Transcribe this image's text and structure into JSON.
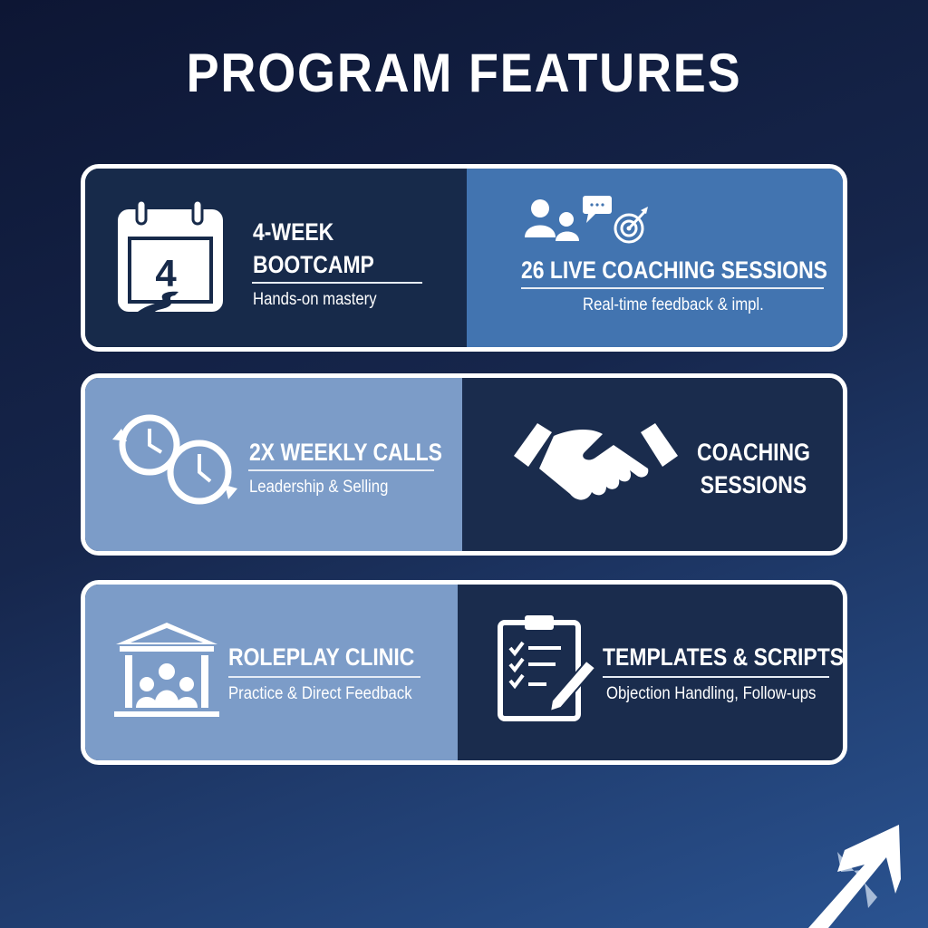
{
  "title": "PROGRAM FEATURES",
  "features": [
    {
      "title_line1": "4-WEEK",
      "title_line2": "BOOTCAMP",
      "subtitle": "Hands-on mastery",
      "icon": "calendar-road-icon",
      "icon_text": "4"
    },
    {
      "title": "26 LIVE COACHING SESSIONS",
      "subtitle": "Real-time feedback & impl.",
      "icon": "people-chat-target-icon"
    },
    {
      "title": "2X WEEKLY CALLS",
      "subtitle": "Leadership & Selling",
      "icon": "two-clocks-icon"
    },
    {
      "title_line1": "COACHING",
      "title_line2": "SESSIONS",
      "icon": "handshake-icon"
    },
    {
      "title": "ROLEPLAY CLINIC",
      "subtitle": "Practice & Direct Feedback",
      "icon": "building-people-icon"
    },
    {
      "title": "TEMPLATES & SCRIPTS",
      "subtitle": "Objection Handling, Follow-ups",
      "icon": "clipboard-checklist-icon"
    }
  ],
  "colors": {
    "dark": "#172a4a",
    "mid": "#4274b0",
    "light": "#7c9cc8"
  }
}
